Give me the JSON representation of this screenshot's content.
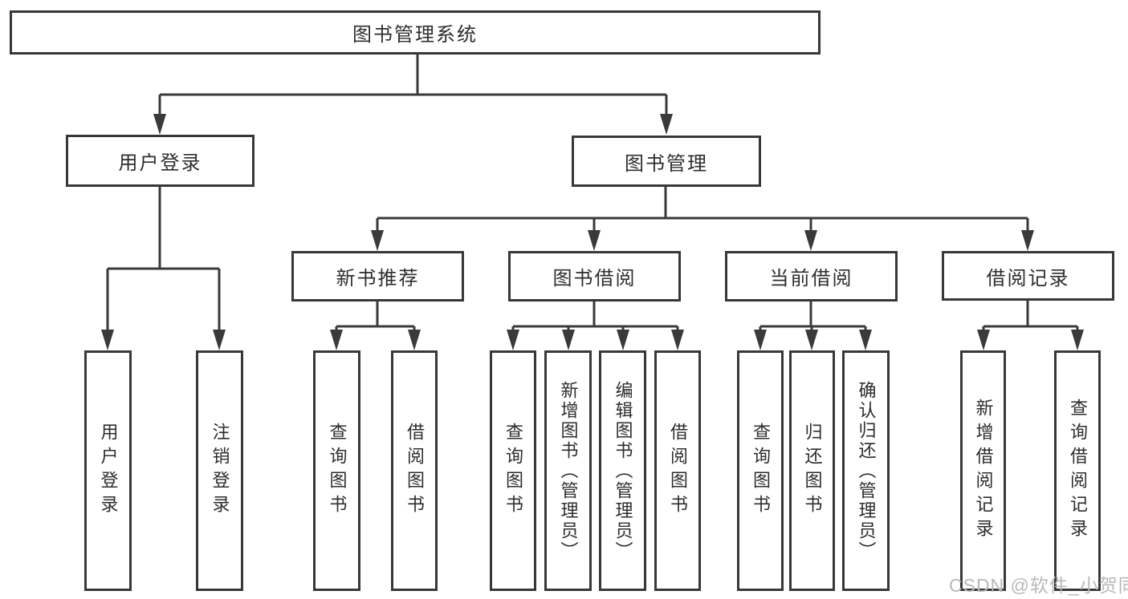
{
  "diagram": {
    "root": {
      "label": "图书管理系统"
    },
    "level2": [
      {
        "id": "user-login",
        "label": "用户登录"
      },
      {
        "id": "book-management",
        "label": "图书管理"
      }
    ],
    "level3": [
      {
        "id": "new-book-recommendation",
        "label": "新书推荐"
      },
      {
        "id": "book-borrowing",
        "label": "图书借阅"
      },
      {
        "id": "current-borrowing",
        "label": "当前借阅"
      },
      {
        "id": "borrowing-records",
        "label": "借阅记录"
      }
    ],
    "leaves": [
      {
        "id": "user-login",
        "label": "用户登录",
        "parent": "用户登录"
      },
      {
        "id": "logout",
        "label": "注销登录",
        "parent": "用户登录"
      },
      {
        "id": "query-books",
        "label": "查询图书",
        "parent": "新书推荐"
      },
      {
        "id": "borrow-books",
        "label": "借阅图书",
        "parent": "新书推荐"
      },
      {
        "id": "query-books",
        "label": "查询图书",
        "parent": "图书借阅"
      },
      {
        "id": "add-book-admin",
        "label": "新增图书（管理员）",
        "parent": "图书借阅"
      },
      {
        "id": "edit-book-admin",
        "label": "编辑图书（管理员）",
        "parent": "图书借阅"
      },
      {
        "id": "borrow-books",
        "label": "借阅图书",
        "parent": "图书借阅"
      },
      {
        "id": "query-books",
        "label": "查询图书",
        "parent": "当前借阅"
      },
      {
        "id": "return-book",
        "label": "归还图书",
        "parent": "当前借阅"
      },
      {
        "id": "confirm-return-admin",
        "label": "确认归还（管理员）",
        "parent": "当前借阅"
      },
      {
        "id": "add-borrow-record",
        "label": "新增借阅记录",
        "parent": "借阅记录"
      },
      {
        "id": "query-borrow-record",
        "label": "查询借阅记录",
        "parent": "借阅记录"
      }
    ],
    "watermark": "CSDN @软件_小贺同学",
    "colors": {
      "line": "#3a3a3a",
      "box_border": "#383838",
      "text": "#2d2d2d",
      "watermark": "#b9b9b9",
      "background": "#ffffff"
    }
  }
}
